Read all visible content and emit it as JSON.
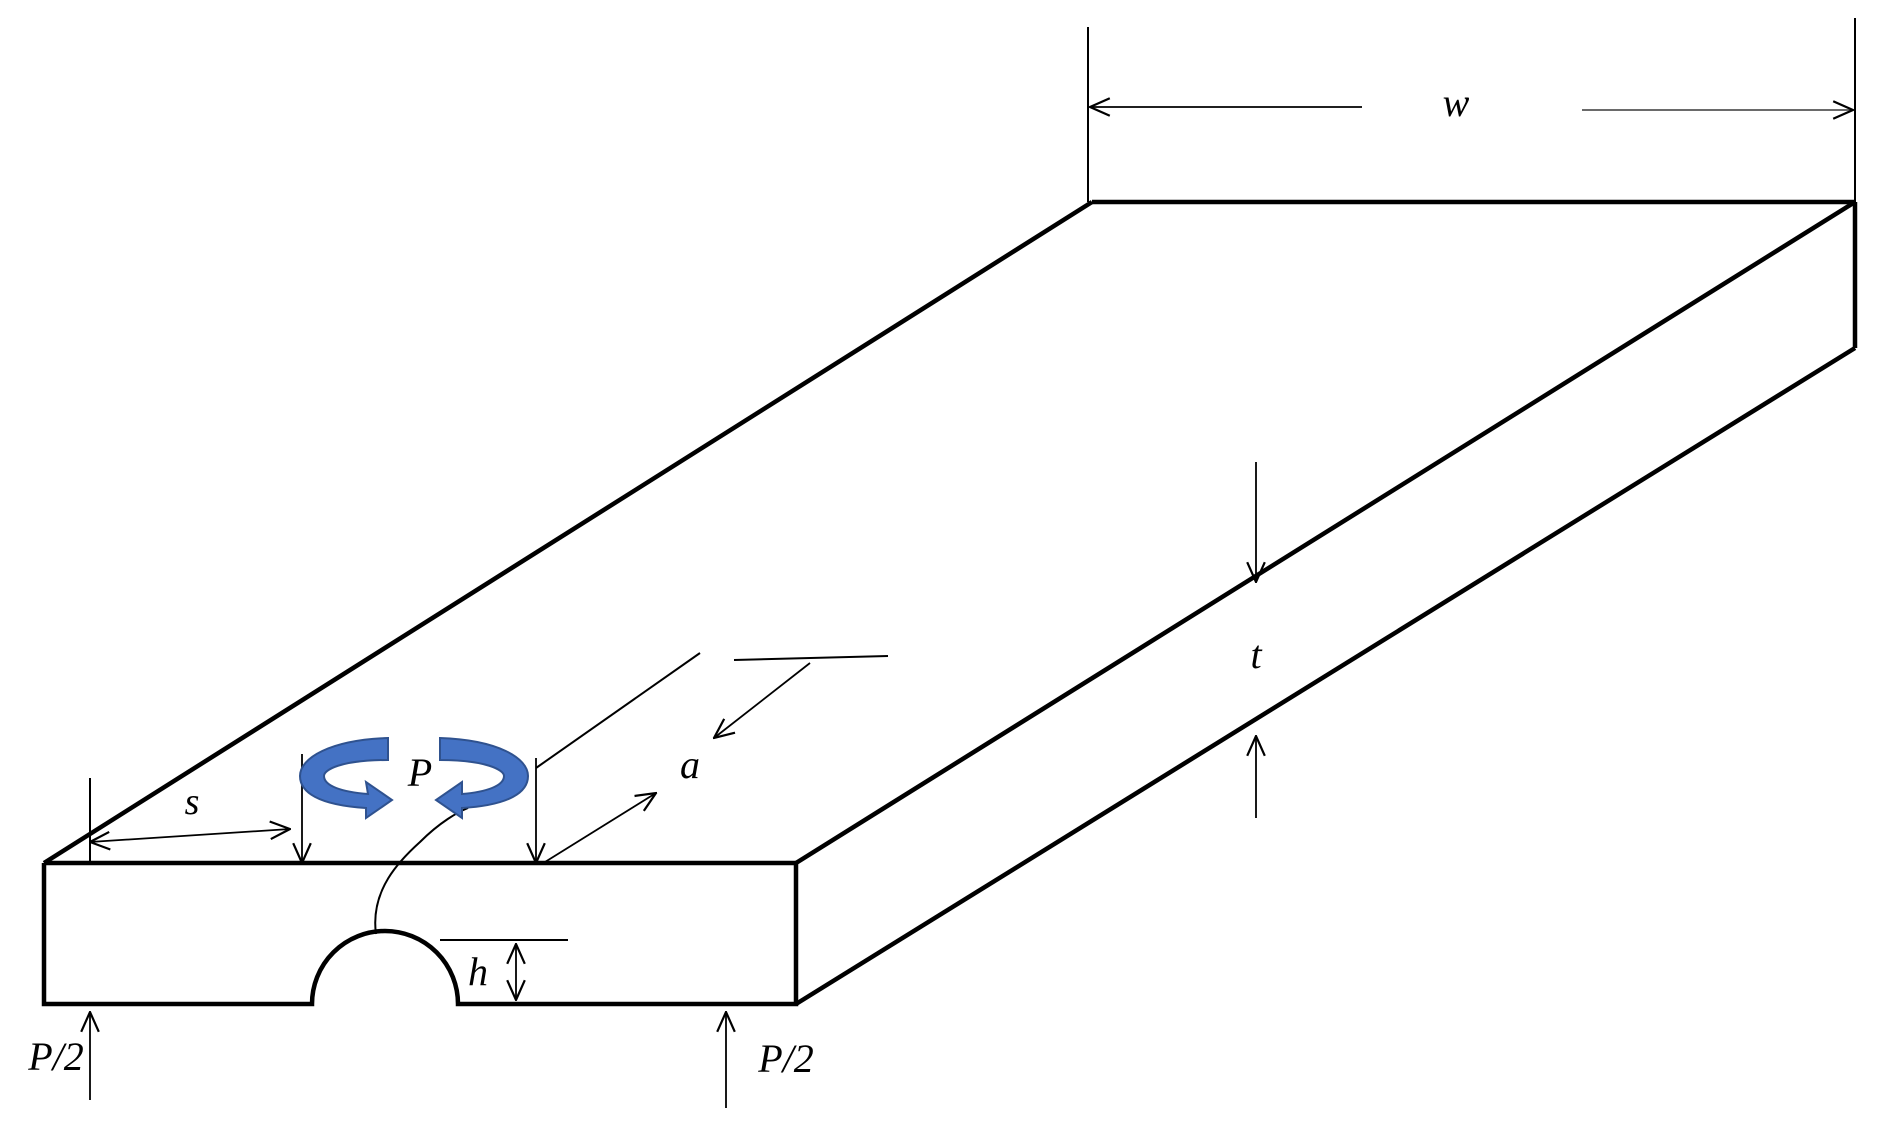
{
  "labels": {
    "width": "w",
    "thickness": "t",
    "support_span": "s",
    "crack_length": "a",
    "notch_height": "h",
    "load": "P",
    "reaction_left": "P/2",
    "reaction_right": "P/2"
  },
  "colors": {
    "lines": "#000000",
    "torque_arrows": "#4472C4",
    "torque_arrows_edge": "#2F528F",
    "background": "#FFFFFF"
  }
}
